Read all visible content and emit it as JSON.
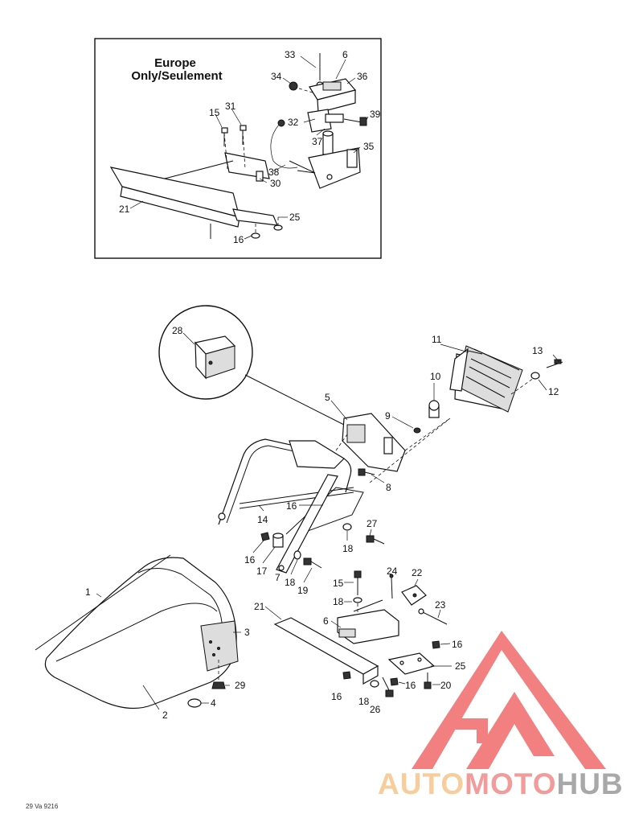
{
  "inset": {
    "title_line1": "Europe",
    "title_line2": "Only/Seulement"
  },
  "callouts": [
    {
      "id": "c33",
      "label": "33"
    },
    {
      "id": "c6a",
      "label": "6"
    },
    {
      "id": "c34",
      "label": "34"
    },
    {
      "id": "c36",
      "label": "36"
    },
    {
      "id": "c15a",
      "label": "15"
    },
    {
      "id": "c31",
      "label": "31"
    },
    {
      "id": "c32",
      "label": "32"
    },
    {
      "id": "c39",
      "label": "39"
    },
    {
      "id": "c37",
      "label": "37"
    },
    {
      "id": "c35",
      "label": "35"
    },
    {
      "id": "c38",
      "label": "38"
    },
    {
      "id": "c30",
      "label": "30"
    },
    {
      "id": "c21a",
      "label": "21"
    },
    {
      "id": "c25a",
      "label": "25"
    },
    {
      "id": "c16a",
      "label": "16"
    },
    {
      "id": "c28",
      "label": "28"
    },
    {
      "id": "c11",
      "label": "11"
    },
    {
      "id": "c13",
      "label": "13"
    },
    {
      "id": "c10",
      "label": "10"
    },
    {
      "id": "c12",
      "label": "12"
    },
    {
      "id": "c5",
      "label": "5"
    },
    {
      "id": "c9",
      "label": "9"
    },
    {
      "id": "c8",
      "label": "8"
    },
    {
      "id": "c14",
      "label": "14"
    },
    {
      "id": "c16b",
      "label": "16"
    },
    {
      "id": "c27",
      "label": "27"
    },
    {
      "id": "c18a",
      "label": "18"
    },
    {
      "id": "c16c",
      "label": "16"
    },
    {
      "id": "c17",
      "label": "17"
    },
    {
      "id": "c7",
      "label": "7"
    },
    {
      "id": "c18b",
      "label": "18"
    },
    {
      "id": "c19",
      "label": "19"
    },
    {
      "id": "c24",
      "label": "24"
    },
    {
      "id": "c22",
      "label": "22"
    },
    {
      "id": "c15b",
      "label": "15"
    },
    {
      "id": "c1",
      "label": "1"
    },
    {
      "id": "c18c",
      "label": "18"
    },
    {
      "id": "c21b",
      "label": "21"
    },
    {
      "id": "c23",
      "label": "23"
    },
    {
      "id": "c6b",
      "label": "6"
    },
    {
      "id": "c3",
      "label": "3"
    },
    {
      "id": "c16d",
      "label": "16"
    },
    {
      "id": "c25b",
      "label": "25"
    },
    {
      "id": "c29",
      "label": "29"
    },
    {
      "id": "c16e",
      "label": "16"
    },
    {
      "id": "c16f",
      "label": "16"
    },
    {
      "id": "c20",
      "label": "20"
    },
    {
      "id": "c18d",
      "label": "18"
    },
    {
      "id": "c26",
      "label": "26"
    },
    {
      "id": "c4",
      "label": "4"
    },
    {
      "id": "c2",
      "label": "2"
    }
  ],
  "footer_code": "29 Va 9216",
  "watermark": {
    "part1": "AUTO",
    "part2": "MOTO",
    "part3": "HUB",
    "color1": "#f5c58a",
    "color2": "#f08a8a",
    "color3": "#9a9a9a",
    "logo_color": "#f06a6a"
  }
}
